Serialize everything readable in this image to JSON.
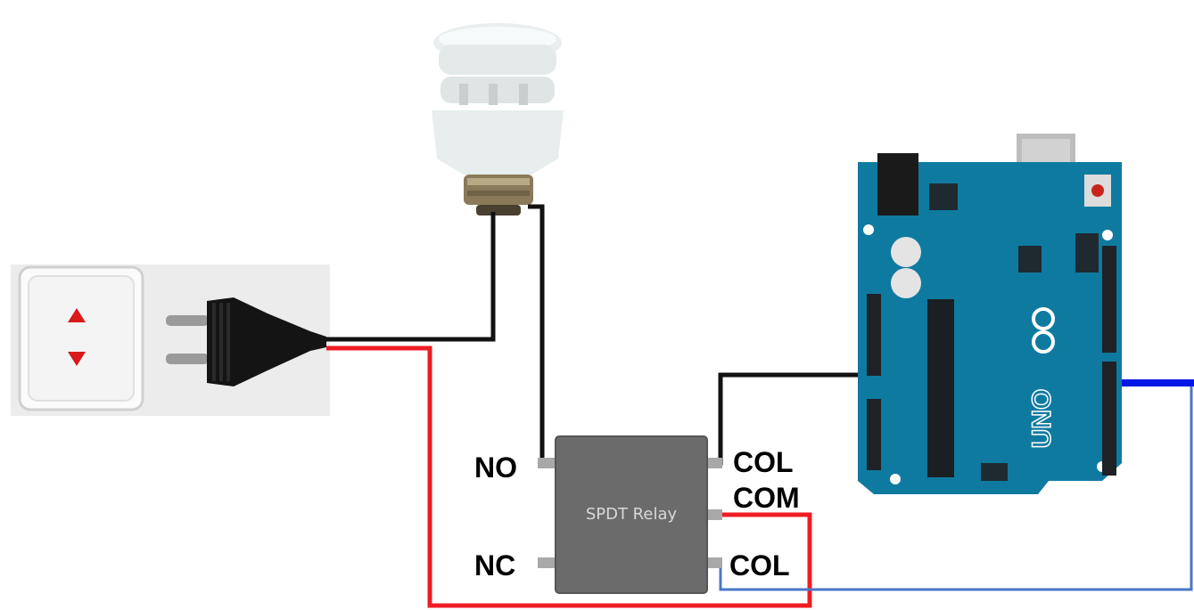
{
  "relay": {
    "title": "SPDT Relay",
    "pins": {
      "no": "NO",
      "nc": "NC",
      "col_top": "COL",
      "com": "COM",
      "col_bottom": "COL"
    }
  },
  "arduino": {
    "logo": "UNO"
  },
  "colors": {
    "wire_black": "#111111",
    "wire_red": "#ee1c24",
    "wire_blue": "#0018e6",
    "wire_light_blue": "#4a78c8",
    "board": "#0f7aa0",
    "relay_body": "#6b6b6b"
  }
}
